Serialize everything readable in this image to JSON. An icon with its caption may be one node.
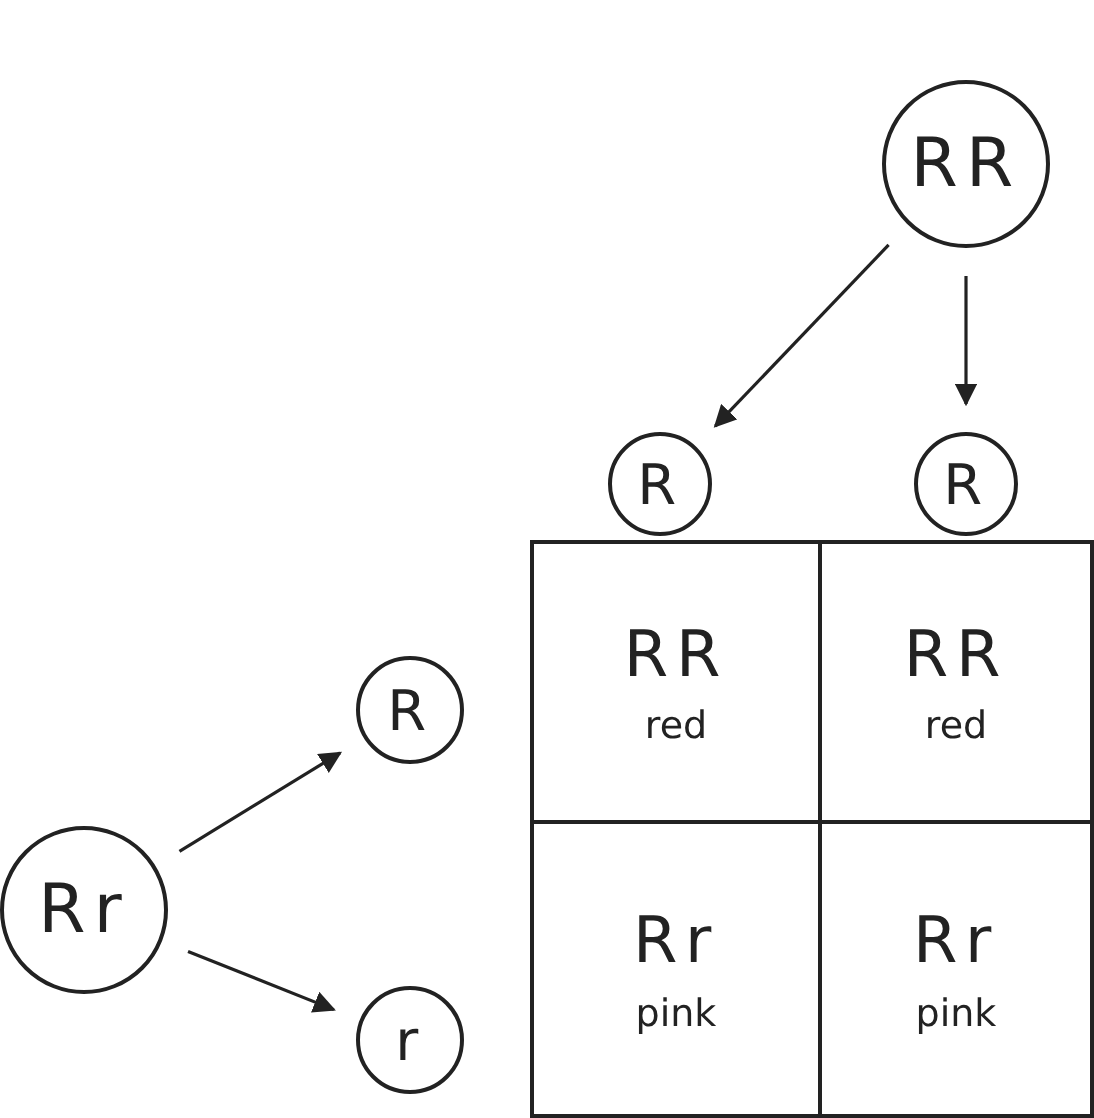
{
  "diagram": {
    "nodes": [
      {
        "text": [
          "RR"
        ]
      },
      {
        "text": [
          "R"
        ]
      },
      {
        "text": [
          "R"
        ]
      },
      {
        "text": [
          "Rr"
        ]
      },
      {
        "text": [
          "R"
        ]
      },
      {
        "text": [
          "r"
        ]
      },
      {
        "text": [
          "RR",
          "red"
        ]
      },
      {
        "text": [
          "RR",
          "red"
        ]
      },
      {
        "text": [
          "Rr",
          "pink"
        ]
      },
      {
        "text": [
          "Rr",
          "pink"
        ]
      }
    ],
    "edges": [
      {
        "from": 0,
        "to": 1,
        "arrow": "to"
      },
      {
        "from": 0,
        "to": 2,
        "arrow": "to"
      },
      {
        "from": 3,
        "to": 4,
        "arrow": "to"
      },
      {
        "from": 3,
        "to": 5,
        "arrow": "to"
      }
    ]
  }
}
